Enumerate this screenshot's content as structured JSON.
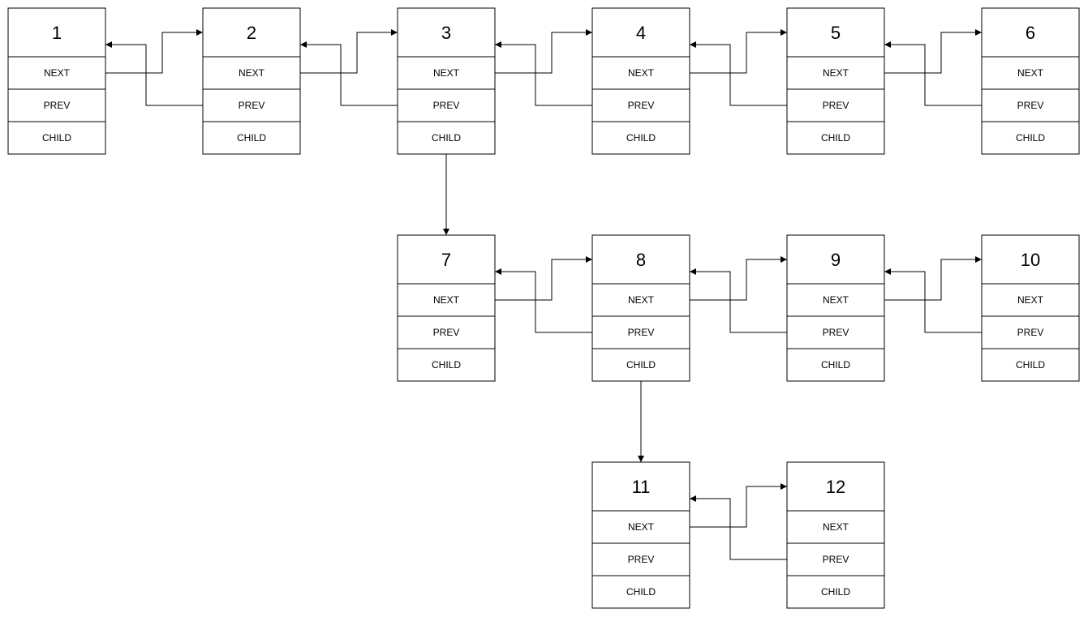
{
  "diagram": {
    "field_labels": [
      "NEXT",
      "PREV",
      "CHILD"
    ],
    "nodes": [
      {
        "id": "1"
      },
      {
        "id": "2"
      },
      {
        "id": "3"
      },
      {
        "id": "4"
      },
      {
        "id": "5"
      },
      {
        "id": "6"
      },
      {
        "id": "7"
      },
      {
        "id": "8"
      },
      {
        "id": "9"
      },
      {
        "id": "10"
      },
      {
        "id": "11"
      },
      {
        "id": "12"
      }
    ],
    "sibling_links": [
      [
        "1",
        "2"
      ],
      [
        "2",
        "3"
      ],
      [
        "3",
        "4"
      ],
      [
        "4",
        "5"
      ],
      [
        "5",
        "6"
      ],
      [
        "7",
        "8"
      ],
      [
        "8",
        "9"
      ],
      [
        "9",
        "10"
      ],
      [
        "11",
        "12"
      ]
    ],
    "child_links": [
      [
        "3",
        "7"
      ],
      [
        "8",
        "11"
      ]
    ]
  }
}
